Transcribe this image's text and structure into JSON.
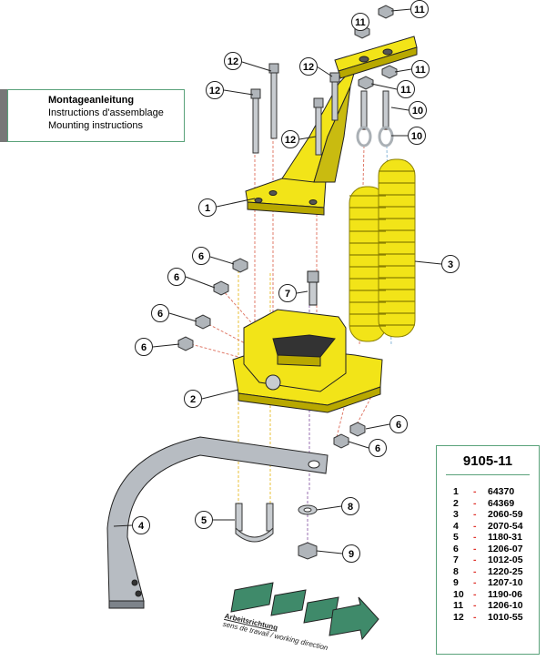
{
  "title_box": {
    "line_de": "Montageanleitung",
    "line_fr": "Instructions d'assemblage",
    "line_en": "Mounting instructions"
  },
  "parts": {
    "code": "9105-11",
    "items": [
      {
        "num": "1",
        "article": "64370"
      },
      {
        "num": "2",
        "article": "64369"
      },
      {
        "num": "3",
        "article": "2060-59"
      },
      {
        "num": "4",
        "article": "2070-54"
      },
      {
        "num": "5",
        "article": "1180-31"
      },
      {
        "num": "6",
        "article": "1206-07"
      },
      {
        "num": "7",
        "article": "1012-05"
      },
      {
        "num": "8",
        "article": "1220-25"
      },
      {
        "num": "9",
        "article": "1207-10"
      },
      {
        "num": "10",
        "article": "1190-06"
      },
      {
        "num": "11",
        "article": "1206-10"
      },
      {
        "num": "12",
        "article": "1010-55"
      }
    ]
  },
  "direction": {
    "de": "Arbeitsrichtung",
    "fr_en": "sens de travail / working direction"
  },
  "callouts": [
    "11",
    "11",
    "11",
    "11",
    "12",
    "12",
    "12",
    "12",
    "10",
    "10",
    "1",
    "3",
    "6",
    "6",
    "6",
    "6",
    "7",
    "2",
    "6",
    "6",
    "4",
    "5",
    "8",
    "9"
  ],
  "colors": {
    "part_yellow": "#f2e418",
    "part_shadow": "#b8a800",
    "steel": "#9aa0a6",
    "frame_green": "#5aa27a",
    "arrow_green": "#3f8a6a",
    "dash_red": "#e0322b"
  }
}
